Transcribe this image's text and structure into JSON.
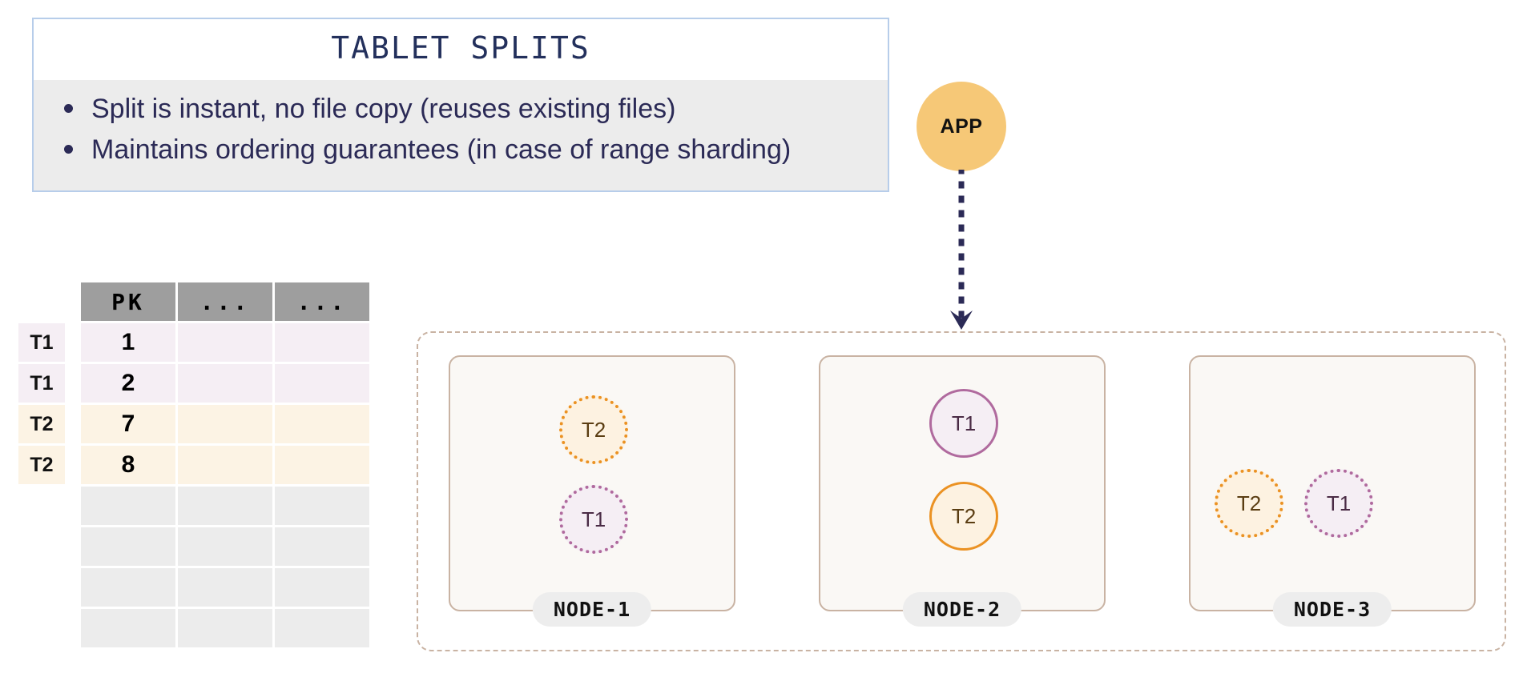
{
  "callout": {
    "title": "TABLET SPLITS",
    "bullets": [
      "Split is instant, no file copy (reuses existing files)",
      "Maintains ordering guarantees (in case of range sharding)"
    ]
  },
  "table": {
    "headers": [
      "PK",
      "...",
      "..."
    ],
    "rows": [
      {
        "tag": "T1",
        "tag_kind": "t1",
        "pk": "1",
        "row_kind": "t1"
      },
      {
        "tag": "T1",
        "tag_kind": "t1",
        "pk": "2",
        "row_kind": "t1"
      },
      {
        "tag": "T2",
        "tag_kind": "t2",
        "pk": "7",
        "row_kind": "t2"
      },
      {
        "tag": "T2",
        "tag_kind": "t2",
        "pk": "8",
        "row_kind": "t2"
      },
      {
        "tag": "",
        "tag_kind": "blank",
        "pk": "",
        "row_kind": "empty"
      },
      {
        "tag": "",
        "tag_kind": "blank",
        "pk": "",
        "row_kind": "empty"
      },
      {
        "tag": "",
        "tag_kind": "blank",
        "pk": "",
        "row_kind": "empty"
      },
      {
        "tag": "",
        "tag_kind": "blank",
        "pk": "",
        "row_kind": "empty"
      }
    ]
  },
  "app": {
    "label": "APP",
    "color": "#f6c877",
    "arrow_color": "#2b2a56"
  },
  "cluster": {
    "nodes": [
      {
        "label": "NODE-1",
        "layout": "stacked",
        "tablets": [
          {
            "label": "T2",
            "kind": "t2",
            "border": "dotted"
          },
          {
            "label": "T1",
            "kind": "t1",
            "border": "dotted"
          }
        ]
      },
      {
        "label": "NODE-2",
        "layout": "stacked",
        "tablets": [
          {
            "label": "T1",
            "kind": "t1",
            "border": "solid"
          },
          {
            "label": "T2",
            "kind": "t2",
            "border": "solid"
          }
        ]
      },
      {
        "label": "NODE-3",
        "layout": "side-by-side",
        "tablets": [
          {
            "label": "T2",
            "kind": "t2",
            "border": "dotted"
          },
          {
            "label": "T1",
            "kind": "t1",
            "border": "dotted"
          }
        ]
      }
    ]
  },
  "colors": {
    "callout_border": "#b7cdea",
    "callout_body_bg": "#ececec",
    "title_text": "#23305c",
    "bullet_text": "#2b2a56",
    "header_bg": "#9e9e9e",
    "t1_fill": "#f5eef4",
    "t1_stroke": "#b06a9e",
    "t2_fill": "#fdf2e1",
    "t2_stroke": "#eb9223",
    "node_border": "#c9b3a3",
    "node_fill": "#faf8f5"
  }
}
